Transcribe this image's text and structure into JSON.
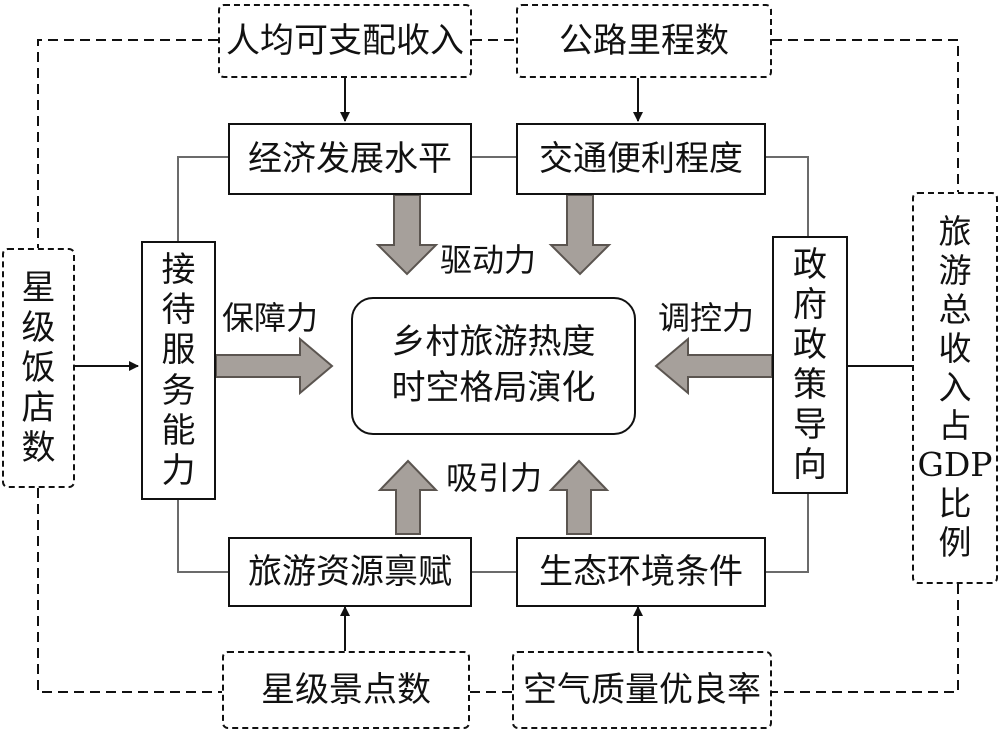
{
  "indicators": {
    "income": "人均可支配收入",
    "road": "公路里程数",
    "hotel": [
      "星",
      "级",
      "饭",
      "店",
      "数"
    ],
    "tourism_gdp": [
      "旅",
      "游",
      "总",
      "收",
      "入",
      "占",
      "GDP",
      "比",
      "例"
    ],
    "scenic": "星级景点数",
    "air": "空气质量优良率"
  },
  "factors": {
    "economy": "经济发展水平",
    "traffic": "交通便利程度",
    "service": [
      "接",
      "待",
      "服",
      "务",
      "能",
      "力"
    ],
    "policy": [
      "政",
      "府",
      "政",
      "策",
      "导",
      "向"
    ],
    "resources": "旅游资源禀赋",
    "ecology": "生态环境条件"
  },
  "forces": {
    "drive": "驱动力",
    "guarantee": "保障力",
    "regulate": "调控力",
    "attract": "吸引力"
  },
  "center": {
    "line1": "乡村旅游热度",
    "line2": "时空格局演化"
  },
  "colors": {
    "arrow_fill": "#a6a09b",
    "arrow_stroke": "#5b5550",
    "line": "#111111",
    "connector": "#6b6b6b"
  }
}
